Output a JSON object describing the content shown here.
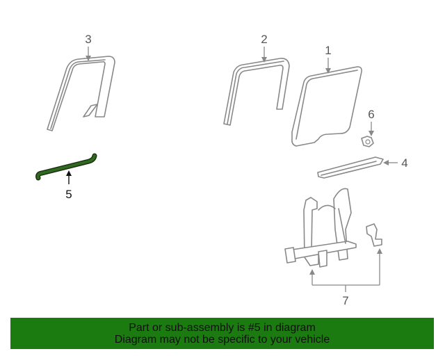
{
  "diagram": {
    "callouts": {
      "part_1": "1",
      "part_2": "2",
      "part_3": "3",
      "part_4": "4",
      "part_5": "5",
      "part_6": "6",
      "part_7": "7"
    },
    "highlighted_part": "5",
    "highlight_color": "#2f6b1e"
  },
  "banner": {
    "line1": "Part or sub-assembly is #5 in diagram",
    "line2": "Diagram may not be specific to your vehicle",
    "background_color": "#1b7a10"
  }
}
